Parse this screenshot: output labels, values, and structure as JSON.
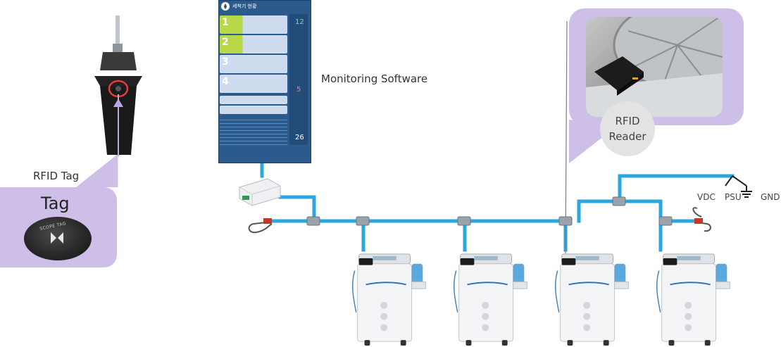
{
  "labels": {
    "rfid_tag": "RFID Tag",
    "tag": "Tag",
    "monitoring_software": "Monitoring Software",
    "rfid_reader_line1": "RFID",
    "rfid_reader_line2": "Reader",
    "vdc": "VDC",
    "psu": "PSU",
    "gnd": "GND"
  },
  "tag_disc": {
    "brand": "SCOPE TAG"
  },
  "screen": {
    "title": "세척기 현황",
    "stations": [
      "1",
      "2",
      "3",
      "4"
    ],
    "counter_a": "12",
    "counter_b": "5",
    "counter_c": "26"
  },
  "colors": {
    "cable": "#2aa7df",
    "callout": "#cdbfe8",
    "screen_bg": "#2b5a8c",
    "active_station": "#b8d84a"
  },
  "machines": [
    {
      "id": "washer-1"
    },
    {
      "id": "washer-2"
    },
    {
      "id": "washer-3"
    },
    {
      "id": "washer-4"
    }
  ]
}
